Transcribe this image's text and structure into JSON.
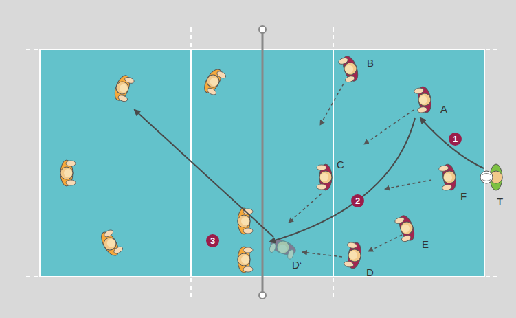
{
  "diagram": {
    "labels": [
      "B",
      "A",
      "1",
      "C",
      "F",
      "T",
      "2",
      "E",
      "D‘",
      "D",
      "3"
    ]
  }
}
